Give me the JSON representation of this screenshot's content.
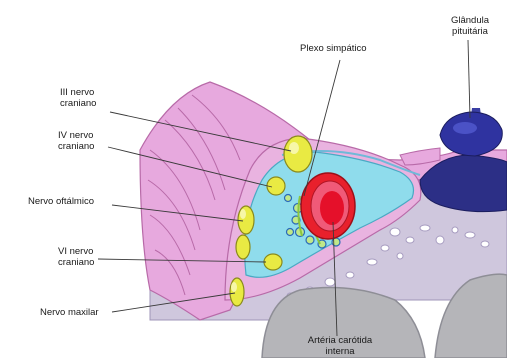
{
  "labels": {
    "iii_nervo": {
      "line1": "III nervo",
      "line2": "craniano"
    },
    "iv_nervo": {
      "line1": "IV nervo",
      "line2": "craniano"
    },
    "nervo_oftalmico": {
      "text": "Nervo oftálmico"
    },
    "vi_nervo": {
      "line1": "VI nervo",
      "line2": "craniano"
    },
    "nervo_maxilar": {
      "text": "Nervo maxilar"
    },
    "plexo_simpatico": {
      "text": "Plexo simpático"
    },
    "glandula_pituitaria": {
      "line1": "Glândula",
      "line2": "pituitária"
    },
    "arteria_carotida": {
      "line1": "Artéria carótida",
      "line2": "interna"
    }
  },
  "colors": {
    "bone": "#c9c1d8",
    "bone_dark": "#9f95b8",
    "dura": "#e7a9de",
    "dura_dark": "#b86aa8",
    "sinus": "#8fdcec",
    "nerve": "#e9ea43",
    "nerve_outline": "#8a8a1c",
    "artery": "#e8202c",
    "artery_inner": "#f05a78",
    "plexus": "#3a7fd0",
    "pituitary": "#2c2f86"
  }
}
